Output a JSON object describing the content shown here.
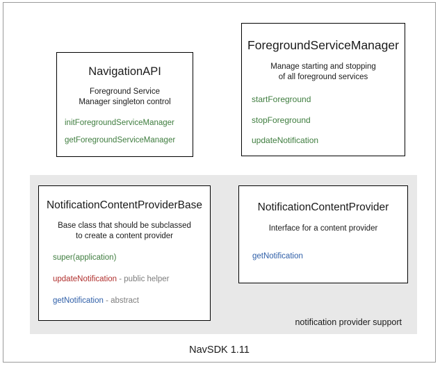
{
  "diagram": {
    "footer_label": "NavSDK 1.11",
    "group": {
      "caption": "notification provider support"
    },
    "boxes": [
      {
        "id": "navigation-api",
        "title": "NavigationAPI",
        "description_line1": "Foreground Service",
        "description_line2": "Manager singleton control",
        "members": [
          {
            "name": "initForegroundServiceManager",
            "color": "#3f7d3f",
            "note": ""
          },
          {
            "name": "getForegroundServiceManager",
            "color": "#3f7d3f",
            "note": ""
          }
        ]
      },
      {
        "id": "foreground-service-manager",
        "title": "ForegroundServiceManager",
        "description_line1": "Manage starting and stopping",
        "description_line2": "of all foreground services",
        "members": [
          {
            "name": "startForeground",
            "color": "#3f7d3f",
            "note": ""
          },
          {
            "name": "stopForeground",
            "color": "#3f7d3f",
            "note": ""
          },
          {
            "name": "updateNotification",
            "color": "#3f7d3f",
            "note": ""
          }
        ]
      },
      {
        "id": "notification-content-provider-base",
        "title": "NotificationContentProviderBase",
        "description_line1": "Base class that should be subclassed",
        "description_line2": "to create a content provider",
        "members": [
          {
            "name": "super(application)",
            "color": "#3f7d3f",
            "note": ""
          },
          {
            "name": "updateNotification",
            "color": "#b0302e",
            "note": " - public helper"
          },
          {
            "name": "getNotification",
            "color": "#2f5fa8",
            "note": " - abstract"
          }
        ]
      },
      {
        "id": "notification-content-provider",
        "title": "NotificationContentProvider",
        "description_line1": "Interface for a content provider",
        "description_line2": "",
        "members": [
          {
            "name": "getNotification",
            "color": "#2f5fa8",
            "note": ""
          }
        ]
      }
    ],
    "colors": {
      "public_method": "#3f7d3f",
      "helper_method": "#b0302e",
      "abstract_method": "#2f5fa8",
      "note_text": "#7d7d7d",
      "group_background": "#e8e8e8",
      "box_border": "#000000",
      "frame_border": "#9a9a9a"
    }
  }
}
